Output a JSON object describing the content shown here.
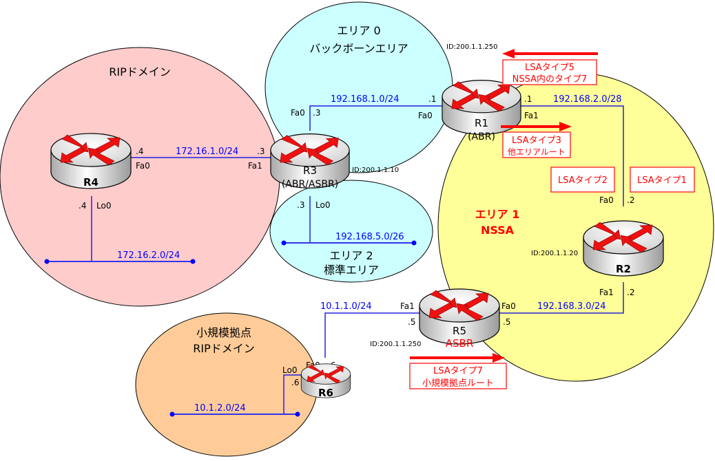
{
  "colors": {
    "rip_domain": "#ffcccc",
    "area0": "#ccffff",
    "area2": "#ccffff",
    "area1": "#ffff99",
    "small_site": "#ffcc99",
    "network": "#0000ff",
    "lsa": "#ff0000"
  },
  "areas": {
    "rip_domain": {
      "label": "RIPドメイン"
    },
    "area0": {
      "line1": "エリア 0",
      "line2": "バックボーンエリア"
    },
    "area1": {
      "line1": "エリア 1",
      "line2": "NSSA"
    },
    "area2": {
      "line1": "エリア 2",
      "line2": "標準エリア"
    },
    "small_site": {
      "line1": "小規模拠点",
      "line2": "RIPドメイン"
    }
  },
  "routers": {
    "r1": {
      "name": "R1",
      "role": "(ABR)",
      "router_id": "ID:200.1.1.250",
      "icon": "router-icon"
    },
    "r2": {
      "name": "R2",
      "role": "",
      "router_id": "ID:200.1.1.20",
      "icon": "router-icon"
    },
    "r3": {
      "name": "R3",
      "role": "(ABR/ASBR)",
      "router_id": "ID:200.1.1.10",
      "icon": "router-icon"
    },
    "r4": {
      "name": "R4",
      "role": "",
      "router_id": "",
      "icon": "router-icon"
    },
    "r5": {
      "name": "R5",
      "role": "ASBR",
      "router_id": "ID:200.1.1.250",
      "icon": "router-icon"
    },
    "r6": {
      "name": "R6",
      "role": "",
      "router_id": "",
      "icon": "router-icon"
    }
  },
  "networks": {
    "r3_r1": "192.168.1.0/24",
    "r1_r2": "192.168.2.0/28",
    "r4_r3": "172.16.1.0/24",
    "r4_lo": "172.16.2.0/24",
    "r3_lo": "192.168.5.0/26",
    "r5_r2": "192.168.3.0/24",
    "r6_r5": "10.1.1.0/24",
    "r6_lo": "10.1.2.0/24"
  },
  "interfaces": {
    "r3_fa0": "Fa0",
    "r3_fa0_ip": ".3",
    "r1_fa0": "Fa0",
    "r1_fa0_ip": ".1",
    "r1_fa1": "Fa1",
    "r1_fa1_ip": ".1",
    "r4_fa0": "Fa0",
    "r4_fa0_ip": ".4",
    "r3_fa1": "Fa1",
    "r3_fa1_ip": ".3",
    "r4_lo0": "Lo0",
    "r4_lo0_ip": ".4",
    "r3_lo0": "Lo0",
    "r3_lo0_ip": ".3",
    "r2_fa0": "Fa0",
    "r2_fa0_ip": ".2",
    "r2_fa1": "Fa1",
    "r2_fa1_ip": ".2",
    "r5_fa0": "Fa0",
    "r5_fa0_ip": ".5",
    "r5_fa1": "Fa1",
    "r5_fa1_ip": ".5",
    "r6_fa0": "Fa0",
    "r6_fa0_ip": ".6",
    "r6_lo0": "Lo0",
    "r6_lo0_ip": ".6"
  },
  "lsa_labels": {
    "type5": {
      "line1": "LSAタイプ5",
      "line2": "NSSA内のタイプ7"
    },
    "type3": {
      "line1": "LSAタイプ3",
      "line2": "他エリアルート"
    },
    "type2": {
      "line1": "LSAタイプ2"
    },
    "type1": {
      "line1": "LSAタイプ1"
    },
    "type7": {
      "line1": "LSAタイプ7",
      "line2": "小規模拠点ルート"
    }
  }
}
